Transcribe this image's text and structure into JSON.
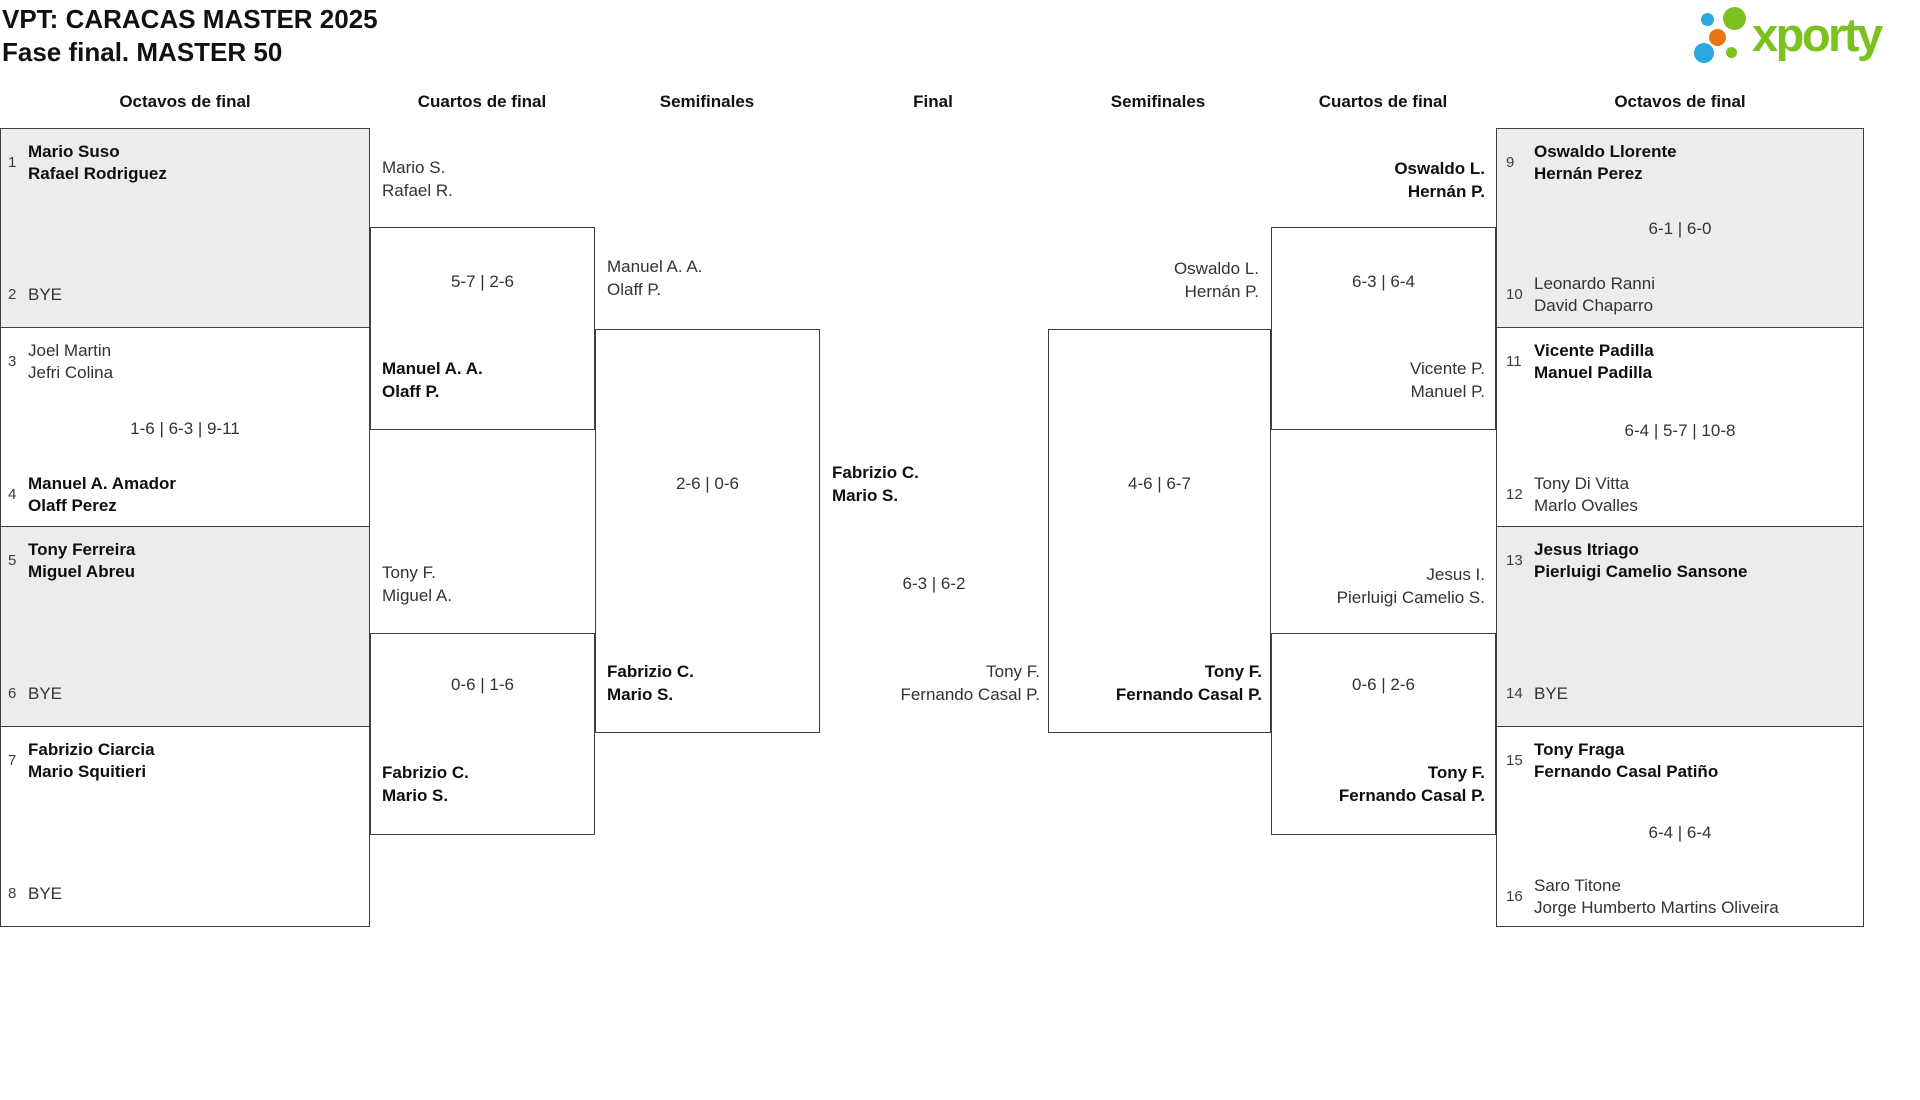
{
  "header": {
    "title_line1": "VPT: CARACAS MASTER 2025",
    "title_line2": "Fase final. MASTER 50"
  },
  "logo": {
    "text": "xporty",
    "colors": {
      "green": "#7bc21e",
      "blue": "#2aa8e0",
      "orange": "#eb7310"
    }
  },
  "round_headers": [
    "Octavos de final",
    "Cuartos de final",
    "Semifinales",
    "Final",
    "Semifinales",
    "Cuartos de final",
    "Octavos de final"
  ],
  "colors": {
    "box_gray": "#ececec",
    "border": "#3f3f3f"
  },
  "bracket": {
    "octavos_left": [
      {
        "top": {
          "seed": "1",
          "name1": "Mario Suso",
          "name2": "Rafael Rodriguez"
        },
        "bottom": {
          "seed": "2",
          "name1": "BYE",
          "name2": ""
        }
      },
      {
        "top": {
          "seed": "3",
          "name1": "Joel Martin",
          "name2": "Jefri Colina"
        },
        "score": "1-6 | 6-3 | 9-11",
        "bottom": {
          "seed": "4",
          "name1": "Manuel A. Amador",
          "name2": "Olaff Perez"
        }
      },
      {
        "top": {
          "seed": "5",
          "name1": "Tony Ferreira",
          "name2": "Miguel Abreu"
        },
        "bottom": {
          "seed": "6",
          "name1": "BYE",
          "name2": ""
        }
      },
      {
        "top": {
          "seed": "7",
          "name1": "Fabrizio Ciarcia",
          "name2": "Mario Squitieri"
        },
        "bottom": {
          "seed": "8",
          "name1": "BYE",
          "name2": ""
        }
      }
    ],
    "octavos_right": [
      {
        "top": {
          "seed": "9",
          "name1": "Oswaldo Llorente",
          "name2": "Hernán Perez"
        },
        "score": "6-1 | 6-0",
        "bottom": {
          "seed": "10",
          "name1": "Leonardo Ranni",
          "name2": "David Chaparro"
        }
      },
      {
        "top": {
          "seed": "11",
          "name1": "Vicente Padilla",
          "name2": "Manuel Padilla"
        },
        "score": "6-4 | 5-7 | 10-8",
        "bottom": {
          "seed": "12",
          "name1": "Tony Di Vitta",
          "name2": "Marlo Ovalles"
        }
      },
      {
        "top": {
          "seed": "13",
          "name1": "Jesus Itriago",
          "name2": "Pierluigi Camelio Sansone"
        },
        "bottom": {
          "seed": "14",
          "name1": "BYE",
          "name2": ""
        }
      },
      {
        "top": {
          "seed": "15",
          "name1": "Tony Fraga",
          "name2": "Fernando Casal Patiño"
        },
        "score": "6-4 | 6-4",
        "bottom": {
          "seed": "16",
          "name1": "Saro Titone",
          "name2": "Jorge Humberto Martins Oliveira"
        }
      }
    ],
    "cuartos_left": [
      {
        "team1": {
          "name1": "Mario S.",
          "name2": "Rafael R."
        },
        "score": "5-7 | 2-6",
        "team2": {
          "name1": "Manuel A. A.",
          "name2": "Olaff P."
        }
      },
      {
        "team1": {
          "name1": "Tony F.",
          "name2": "Miguel A."
        },
        "score": "0-6 | 1-6",
        "team2": {
          "name1": "Fabrizio C.",
          "name2": "Mario S."
        }
      }
    ],
    "cuartos_right": [
      {
        "team1": {
          "name1": "Oswaldo L.",
          "name2": "Hernán P."
        },
        "score": "6-3 | 6-4",
        "team2": {
          "name1": "Vicente P.",
          "name2": "Manuel P."
        }
      },
      {
        "team1": {
          "name1": "Jesus I.",
          "name2": "Pierluigi Camelio S."
        },
        "score": "0-6 | 2-6",
        "team2": {
          "name1": "Tony F.",
          "name2": "Fernando Casal P."
        }
      }
    ],
    "semis_left": {
      "team1": {
        "name1": "Manuel A. A.",
        "name2": "Olaff P."
      },
      "score": "2-6 | 0-6",
      "team2": {
        "name1": "Fabrizio C.",
        "name2": "Mario S."
      }
    },
    "semis_right": {
      "team1": {
        "name1": "Oswaldo L.",
        "name2": "Hernán P."
      },
      "score": "4-6 | 6-7",
      "team2": {
        "name1": "Tony F.",
        "name2": "Fernando Casal P."
      }
    },
    "final": {
      "team1": {
        "name1": "Fabrizio C.",
        "name2": "Mario S."
      },
      "score": "6-3 | 6-2",
      "team2": {
        "name1": "Tony F.",
        "name2": "Fernando Casal P."
      }
    }
  }
}
